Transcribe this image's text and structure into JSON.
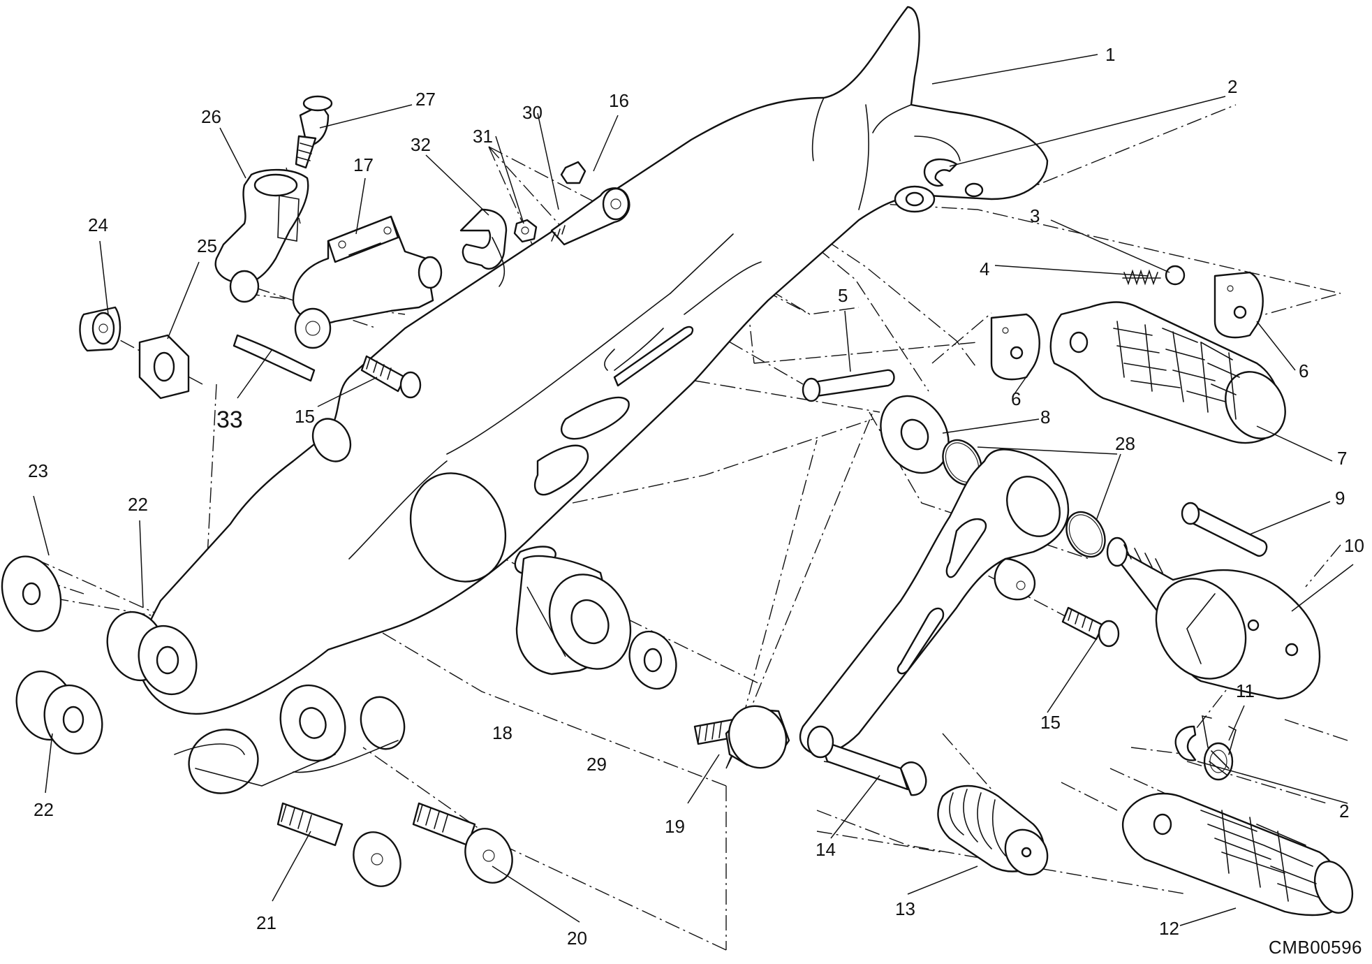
{
  "drawing_code": "CMB00596",
  "callouts": [
    "1",
    "2",
    "3",
    "4",
    "5",
    "6",
    "6",
    "7",
    "8",
    "9",
    "10",
    "11",
    "2",
    "12",
    "13",
    "14",
    "15",
    "15",
    "16",
    "17",
    "18",
    "19",
    "20",
    "21",
    "22",
    "22",
    "23",
    "24",
    "25",
    "26",
    "27",
    "28",
    "29",
    "30",
    "31",
    "32",
    "33"
  ],
  "colors": {
    "line": "#111111",
    "background": "#ffffff"
  }
}
